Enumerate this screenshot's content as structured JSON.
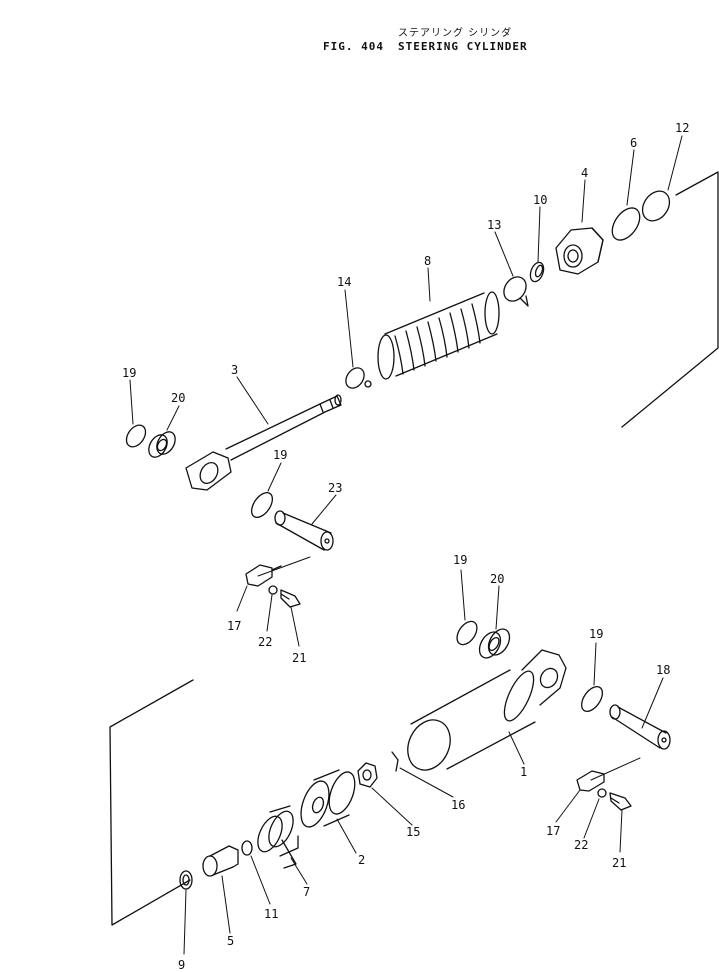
{
  "title": {
    "japanese": "ステアリング シリンダ",
    "figure": "FIG. 404",
    "name": "STEERING CYLINDER"
  },
  "callouts": [
    {
      "id": "c12",
      "label": "12"
    },
    {
      "id": "c6",
      "label": "6"
    },
    {
      "id": "c4",
      "label": "4"
    },
    {
      "id": "c10",
      "label": "10"
    },
    {
      "id": "c13",
      "label": "13"
    },
    {
      "id": "c8",
      "label": "8"
    },
    {
      "id": "c14",
      "label": "14"
    },
    {
      "id": "c3",
      "label": "3"
    },
    {
      "id": "c19a",
      "label": "19"
    },
    {
      "id": "c20a",
      "label": "20"
    },
    {
      "id": "c19b",
      "label": "19"
    },
    {
      "id": "c23",
      "label": "23"
    },
    {
      "id": "c17a",
      "label": "17"
    },
    {
      "id": "c22a",
      "label": "22"
    },
    {
      "id": "c21a",
      "label": "21"
    },
    {
      "id": "c19c",
      "label": "19"
    },
    {
      "id": "c20b",
      "label": "20"
    },
    {
      "id": "c19d",
      "label": "19"
    },
    {
      "id": "c18",
      "label": "18"
    },
    {
      "id": "c1",
      "label": "1"
    },
    {
      "id": "c16",
      "label": "16"
    },
    {
      "id": "c15",
      "label": "15"
    },
    {
      "id": "c2",
      "label": "2"
    },
    {
      "id": "c7",
      "label": "7"
    },
    {
      "id": "c11",
      "label": "11"
    },
    {
      "id": "c5",
      "label": "5"
    },
    {
      "id": "c9",
      "label": "9"
    },
    {
      "id": "c17b",
      "label": "17"
    },
    {
      "id": "c22b",
      "label": "22"
    },
    {
      "id": "c21b",
      "label": "21"
    }
  ]
}
